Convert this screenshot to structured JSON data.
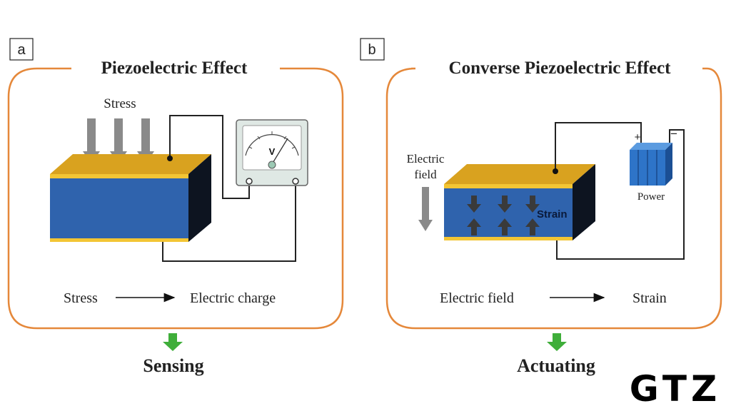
{
  "panel_a": {
    "letter": "a",
    "title": "Piezoelectric Effect",
    "stress_label": "Stress",
    "meter_symbol": "V",
    "flow_from": "Stress",
    "flow_to": "Electric charge",
    "result": "Sensing"
  },
  "panel_b": {
    "letter": "b",
    "title": "Converse Piezoelectric Effect",
    "field_label_1": "Electric",
    "field_label_2": "field",
    "strain_label": "Strain",
    "power_label": "Power",
    "plus": "+",
    "minus": "−",
    "flow_from": "Electric field",
    "flow_to": "Strain",
    "result": "Actuating"
  },
  "watermark": "GTZ",
  "colors": {
    "border": "#e5883a",
    "electrode": "#d9a21f",
    "electrode_light": "#f3c534",
    "crystal": "#2f63ad",
    "crystal_side": "#0d1420",
    "arrow_gray": "#8a8a8a",
    "arrow_dark": "#3a3a3a",
    "result_arrow": "#3fae3a",
    "battery": "#2e74c8"
  }
}
